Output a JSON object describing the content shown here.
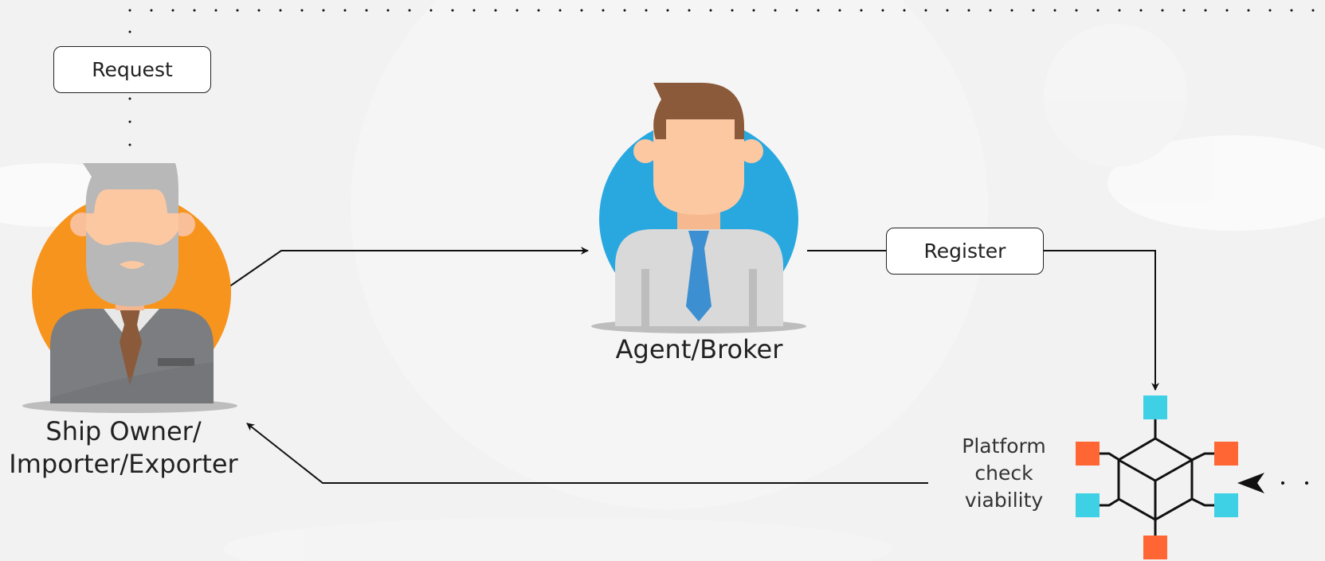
{
  "labels": {
    "request": "Request",
    "register": "Register",
    "agent": "Agent/Broker",
    "ship_owner_line1": "Ship Owner/",
    "ship_owner_line2": "Importer/Exporter",
    "platform_line1": "Platform",
    "platform_line2": "check",
    "platform_line3": "viability"
  },
  "colors": {
    "background": "#f2f2f2",
    "line": "#111111",
    "owner_circle": "#f7941d",
    "agent_circle": "#29a8e0",
    "node_cyan": "#3ed0e4",
    "node_orange": "#ff6633"
  },
  "icons": [
    "ship-owner-avatar",
    "agent-broker-avatar",
    "platform-network-icon"
  ]
}
